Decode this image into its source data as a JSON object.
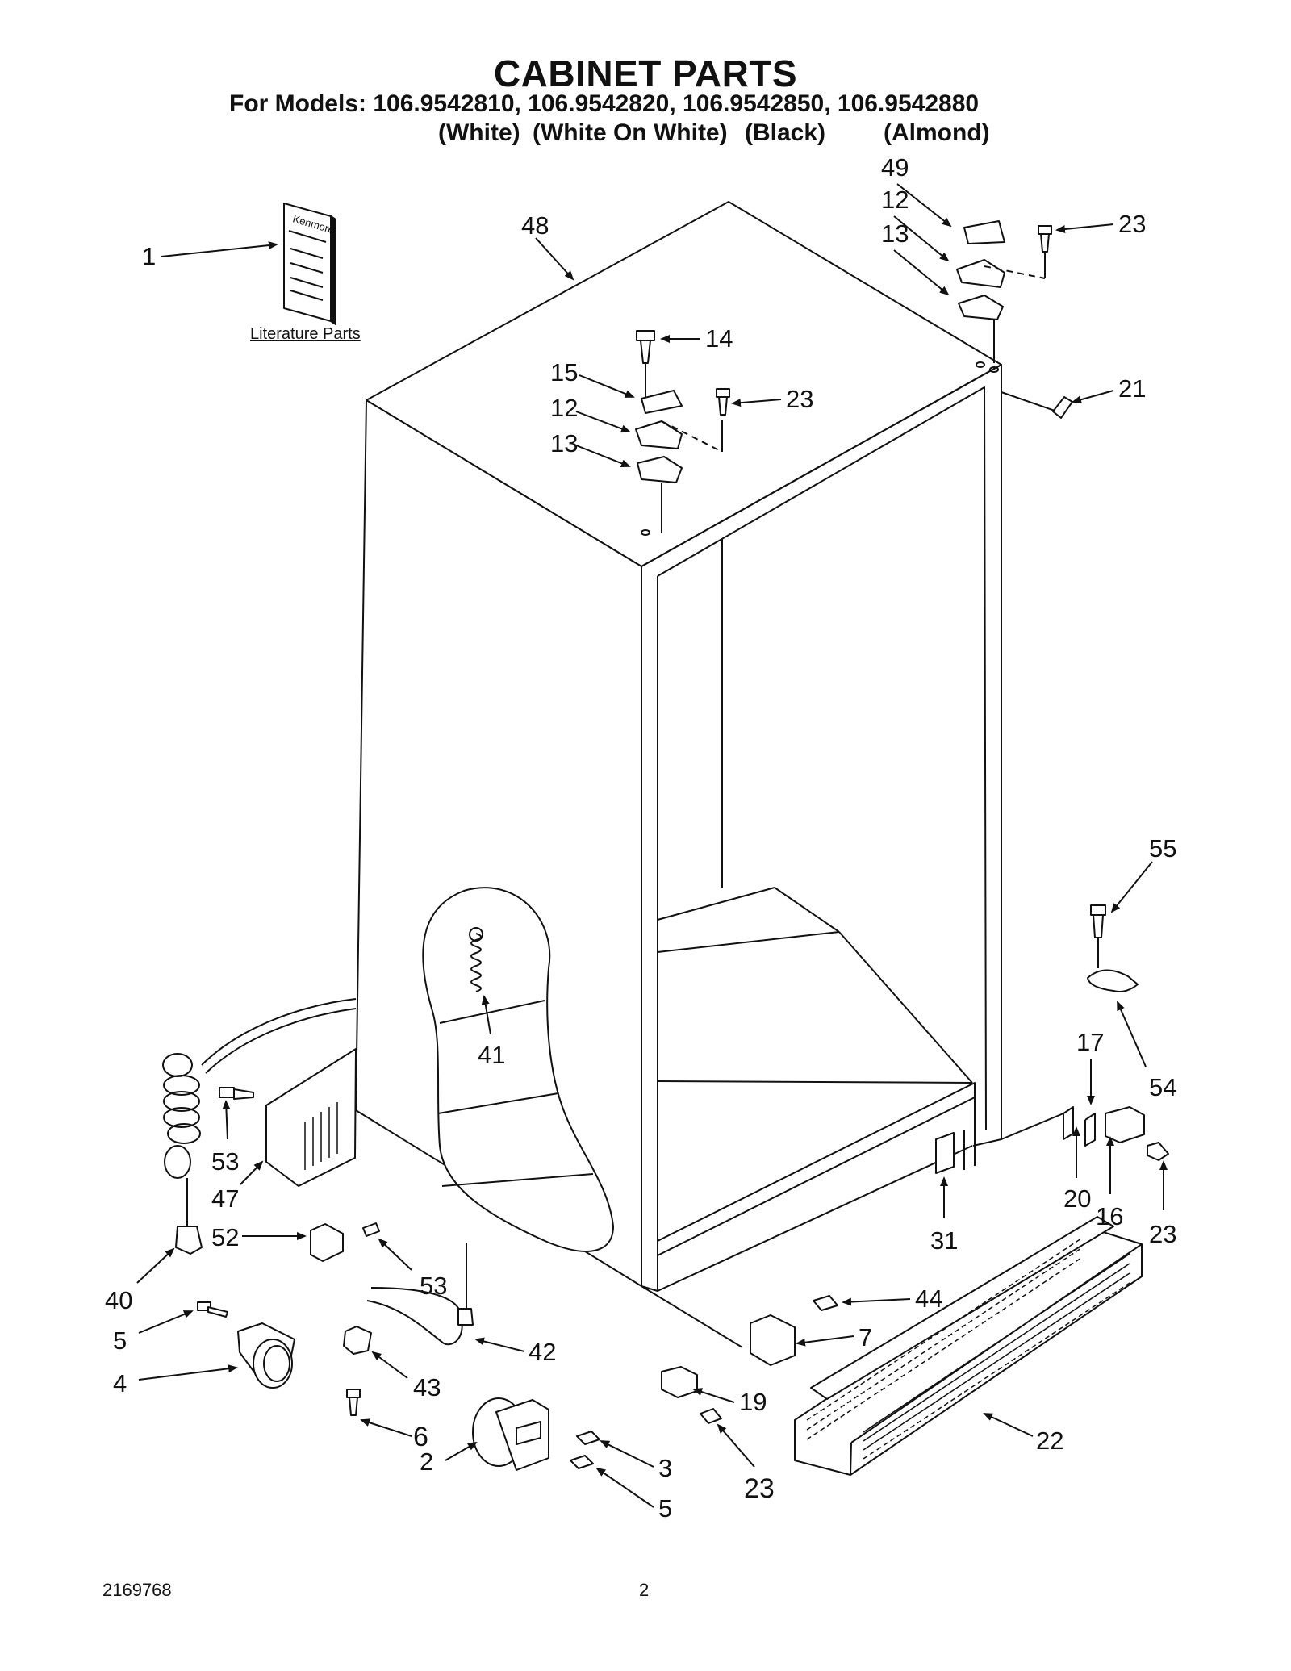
{
  "title": "CABINET PARTS",
  "models_line": "For Models: 106.9542810, 106.9542820, 106.9542850, 106.9542880",
  "variants": [
    "(White)",
    "(White On White)",
    "(Black)",
    "(Almond)"
  ],
  "literature_caption": "Literature Parts",
  "literature_card_text": "Kenmore",
  "footer_left": "2169768",
  "footer_center": "2",
  "callouts": [
    "1",
    "48",
    "49",
    "12",
    "13",
    "23",
    "14",
    "15",
    "12",
    "23",
    "13",
    "21",
    "41",
    "55",
    "54",
    "17",
    "20",
    "16",
    "23",
    "31",
    "22",
    "53",
    "47",
    "52",
    "53",
    "40",
    "5",
    "4",
    "42",
    "43",
    "6",
    "44",
    "7",
    "19",
    "23",
    "2",
    "3",
    "5"
  ]
}
